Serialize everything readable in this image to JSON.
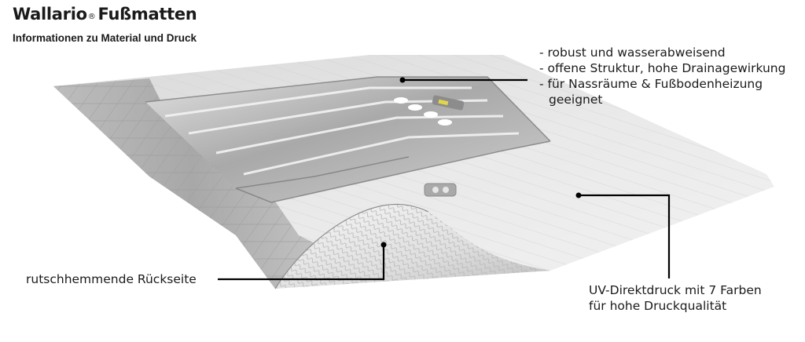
{
  "header": {
    "brand": "Wallario",
    "registered": "®",
    "product": "Fußmatten",
    "subtitle": "Informationen zu Material und Druck"
  },
  "callouts": {
    "features": {
      "line1": "- robust und wasserabweisend",
      "line2": "- offene Struktur, hohe Drainagewirkung",
      "line3": "- für Nassräume & Fußbodenheizung",
      "line4": "geeignet"
    },
    "uv_print": {
      "line1": "UV-Direktdruck mit 7 Farben",
      "line2": "für hohe Druckqualität"
    },
    "backside": {
      "line1": "rutschhemmende Rückseite"
    }
  },
  "colors": {
    "text": "#1a1a1a",
    "mat_light": "#e8e8e8",
    "mat_mid": "#cfcfcf",
    "mat_dark": "#9a9a9a",
    "leader_line": "#000000"
  }
}
